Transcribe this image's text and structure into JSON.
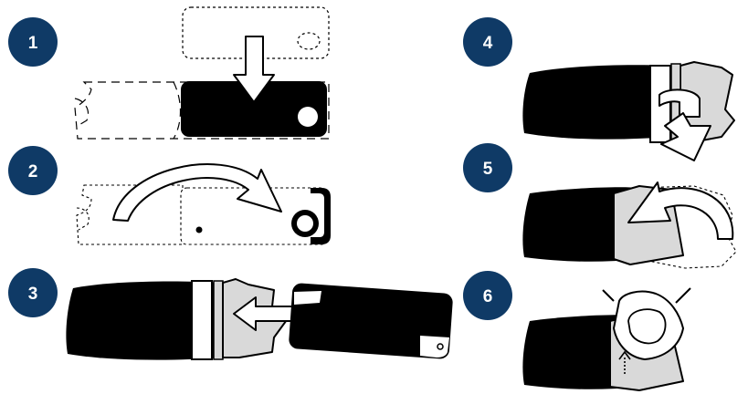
{
  "steps": [
    {
      "number": "1"
    },
    {
      "number": "2"
    },
    {
      "number": "3"
    },
    {
      "number": "4"
    },
    {
      "number": "5"
    },
    {
      "number": "6"
    }
  ],
  "colors": {
    "badge": "#0f3a66",
    "plate": "#000000",
    "sleeve": "#d9d9d9",
    "outline": "#000000",
    "background": "#ffffff"
  }
}
